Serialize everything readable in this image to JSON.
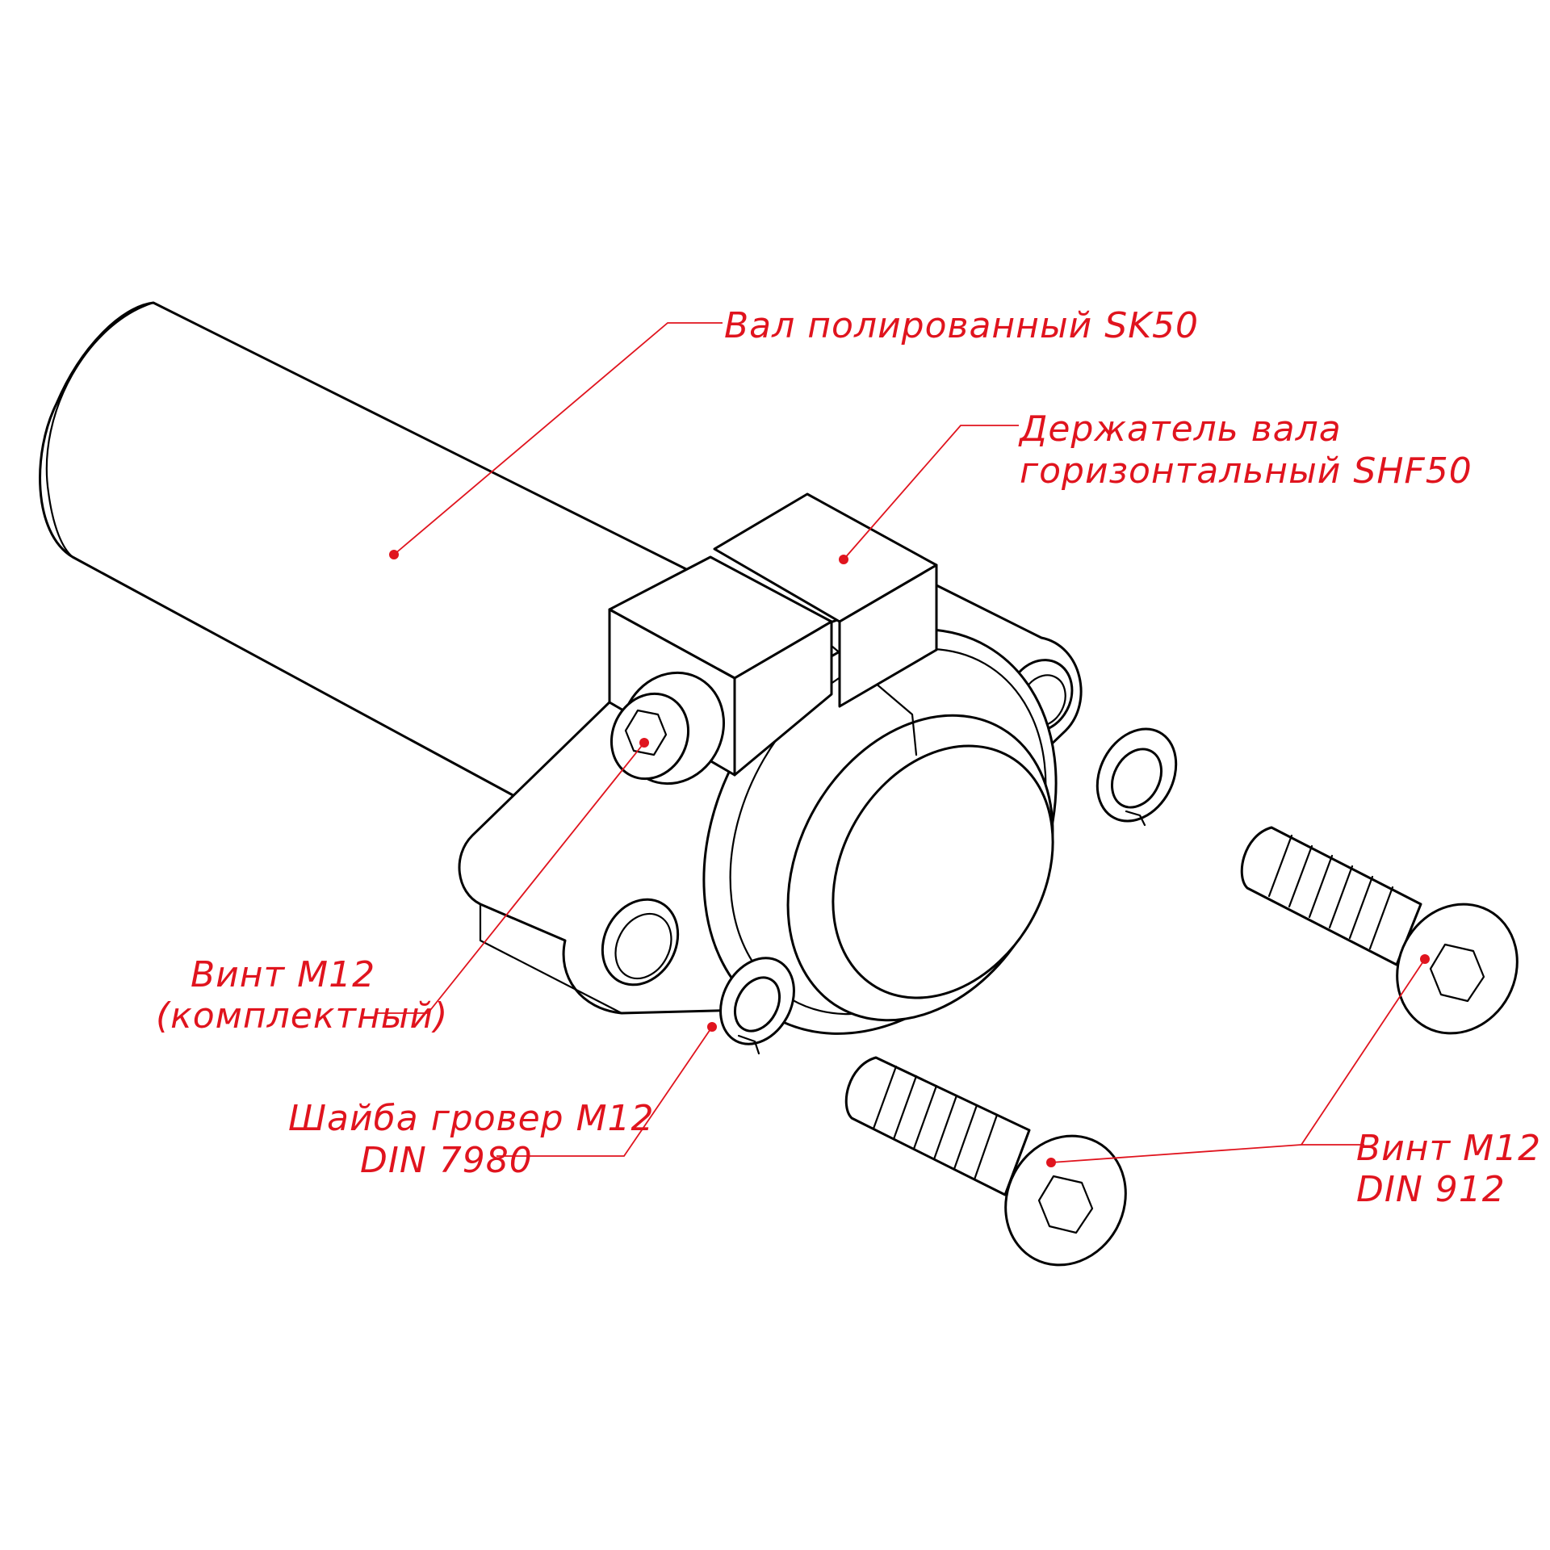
{
  "colors": {
    "annotation": "#e0141e",
    "outline": "#000000",
    "background": "#ffffff"
  },
  "callouts": {
    "shaft": {
      "line1": "Вал полированный SK50"
    },
    "holder": {
      "line1": "Держатель вала",
      "line2": "горизонтальный SHF50"
    },
    "kit_screw": {
      "line1": "Винт M12",
      "line2": "(комплектный)"
    },
    "washer": {
      "line1": "Шайба гровер M12",
      "line2": "DIN 7980"
    },
    "screw": {
      "line1": "Винт M12",
      "line2": "DIN 912"
    }
  }
}
